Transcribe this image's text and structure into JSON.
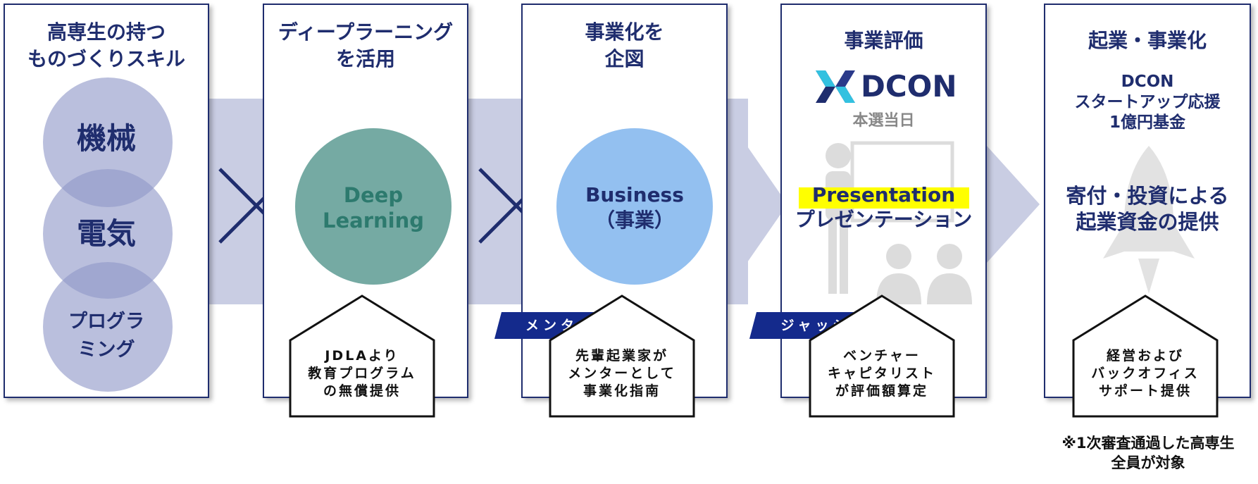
{
  "colors": {
    "navy": "#1f2d6e",
    "band": "#c9cde3",
    "lavender_circle": "#8f98c8",
    "teal_circle": "#75aaa3",
    "blue_circle": "#93c0f0",
    "highlight": "#ffff00",
    "gray_icon": "#d9d9d9"
  },
  "panels": [
    {
      "title": "高専生の持つ\nものづくりスキル",
      "circles": [
        "機械",
        "電気",
        "プログラ\nミング"
      ]
    },
    {
      "title": "ディープラーニング\nを活用",
      "circle_label": "Deep\nLearning",
      "house_text": "JDLAより\n教育プログラム\nの無償提供"
    },
    {
      "title": "事業化を\n企図",
      "circle_label": "Business\n（事業）",
      "tag": "メンター",
      "house_text": "先輩起業家が\nメンターとして\n事業化指南"
    },
    {
      "title": "事業評価",
      "logo_text": "DCON",
      "subtitle": "本選当日",
      "presentation_en": "Presentation",
      "presentation_jp": "プレゼンテーション",
      "tag": "ジャッジ",
      "house_text": "ベンチャー\nキャピタリスト\nが評価額算定"
    },
    {
      "title": "起業・事業化",
      "fund_text": "DCON\nスタートアップ応援\n1億円基金",
      "main_text": "寄付・投資による\n起業資金の提供",
      "house_text": "経営および\nバックオフィス\nサポート提供"
    }
  ],
  "footnote": "※1次審査通過した高専生\n全員が対象",
  "icons": [
    "cross-icon",
    "dcon-logo-icon",
    "presenter-icon",
    "audience-icon",
    "rocket-icon"
  ]
}
